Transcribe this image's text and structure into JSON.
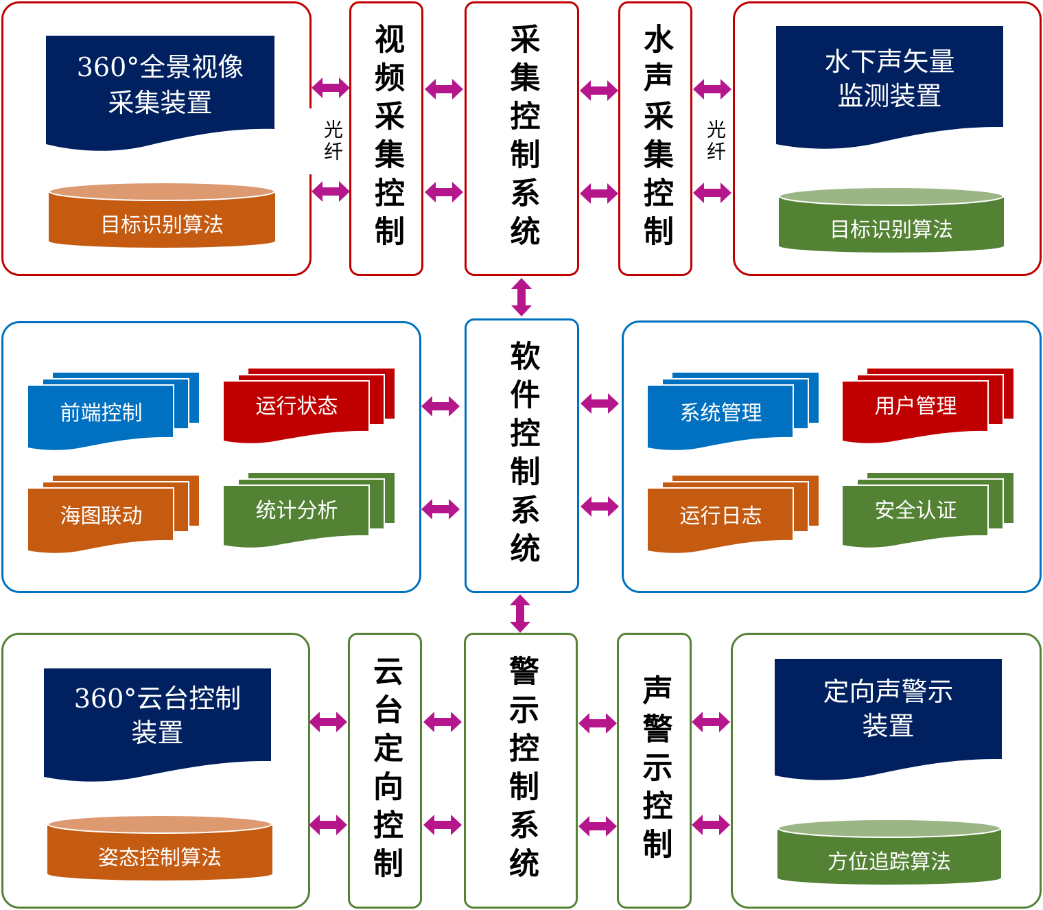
{
  "colors": {
    "row1_border": "#c00000",
    "row2_border": "#0070c0",
    "row3_border": "#548235",
    "arrow": "#b5168c",
    "navy": "#002060",
    "orange": "#c55a11",
    "orange_top": "#dd9a71",
    "green": "#548235",
    "green_top": "#9bb585",
    "blue": "#0070c0",
    "red": "#c00000"
  },
  "row1": {
    "left_device": {
      "title_line1": "360°全景视像",
      "title_line2": "采集装置",
      "algorithm": "目标识别算法"
    },
    "left_link_label": "光纤",
    "video_control": "视频采集控制",
    "center_system": "采集控制系统",
    "acoustic_control": "水声采集控制",
    "right_link_label": "光纤",
    "right_device": {
      "title_line1": "水下声矢量",
      "title_line2": "监测装置",
      "algorithm": "目标识别算法"
    }
  },
  "row2": {
    "center_system": "软件控制系统",
    "left_modules": [
      {
        "label": "前端控制",
        "color": "blue"
      },
      {
        "label": "运行状态",
        "color": "red"
      },
      {
        "label": "海图联动",
        "color": "orange"
      },
      {
        "label": "统计分析",
        "color": "green"
      }
    ],
    "right_modules": [
      {
        "label": "系统管理",
        "color": "blue"
      },
      {
        "label": "用户管理",
        "color": "red"
      },
      {
        "label": "运行日志",
        "color": "orange"
      },
      {
        "label": "安全认证",
        "color": "green"
      }
    ]
  },
  "row3": {
    "left_device": {
      "title_line1": "360°云台控制",
      "title_line2": "装置",
      "algorithm": "姿态控制算法"
    },
    "pan_tilt_control": "云台定向控制",
    "center_system": "警示控制系统",
    "sound_alert_control": "声警示控制",
    "right_device": {
      "title_line1": "定向声警示",
      "title_line2": "装置",
      "algorithm": "方位追踪算法"
    }
  }
}
